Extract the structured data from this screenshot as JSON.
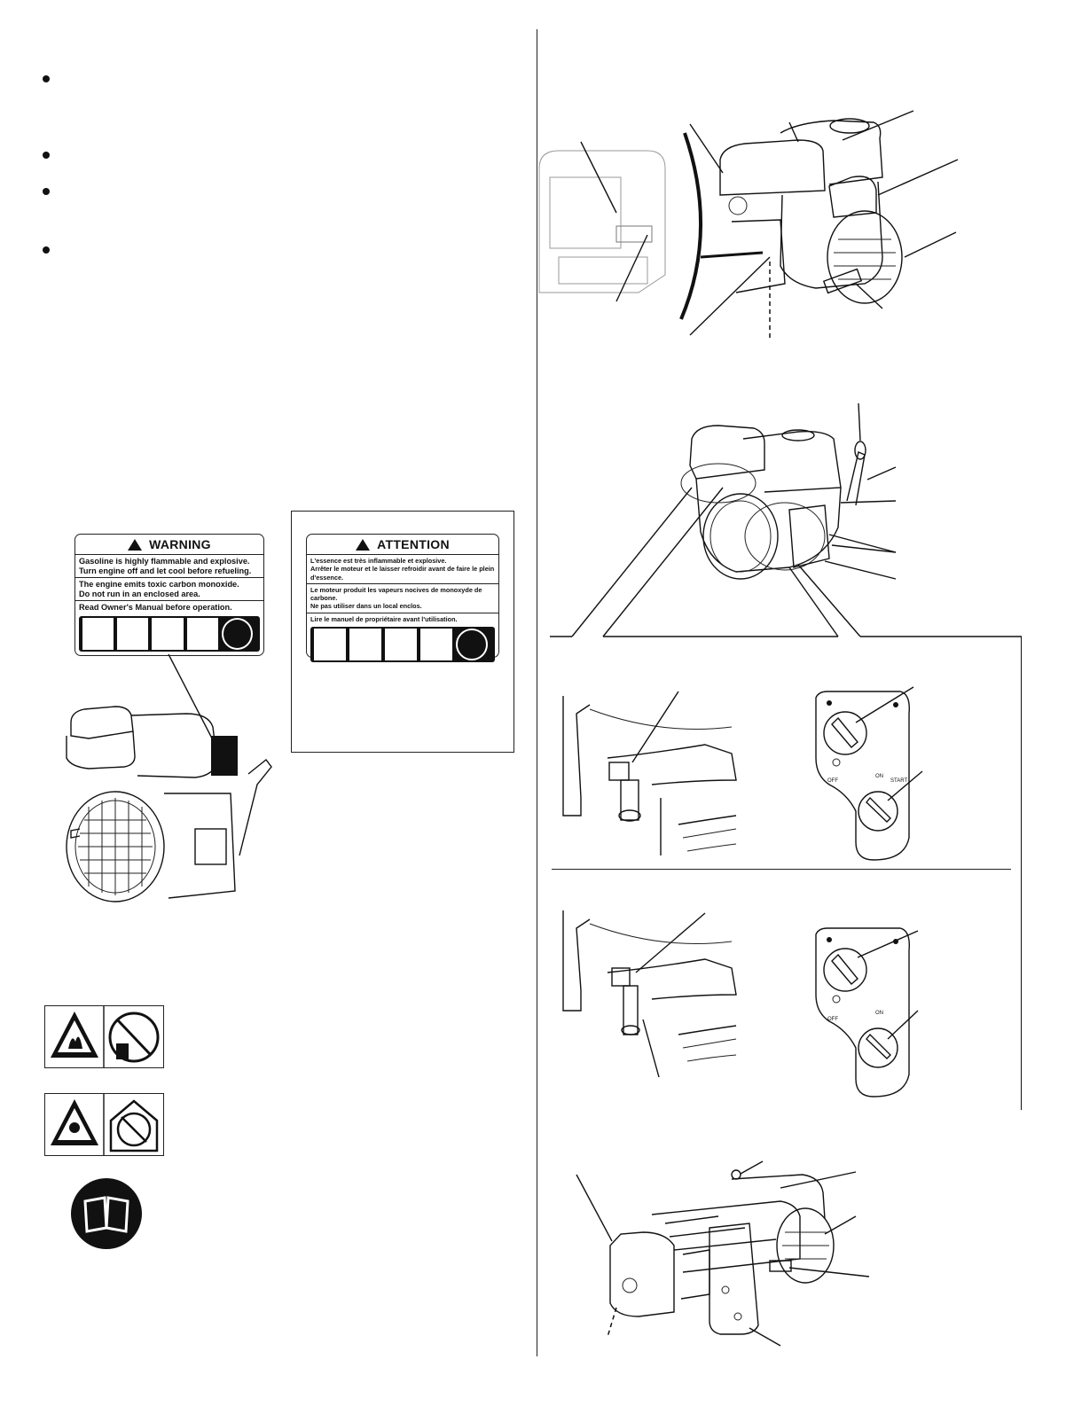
{
  "label_en": {
    "heading": "WARNING",
    "line1": "Gasoline is highly flammable and explosive.",
    "line2": "Turn engine off and let cool before refueling.",
    "line3": "The engine emits toxic carbon monoxide.",
    "line4": "Do not run in an enclosed area.",
    "line5": "Read Owner's Manual before operation."
  },
  "label_fr": {
    "heading": "ATTENTION",
    "line1": "L'essence est très inflammable et explosive.",
    "line2": "Arrêter le moteur et le laisser refroidir avant de faire le plein d'essence.",
    "line3": "Le moteur produit les vapeurs nocives de monoxyde de carbone.",
    "line4": "Ne pas utiliser dans un local enclos.",
    "line5": "Lire le manuel de propriétaire avant l'utilisation."
  },
  "switch_panel_1": {
    "off": "OFF",
    "on": "ON",
    "start": "START"
  },
  "switch_panel_2": {
    "off": "OFF",
    "on": "ON"
  }
}
